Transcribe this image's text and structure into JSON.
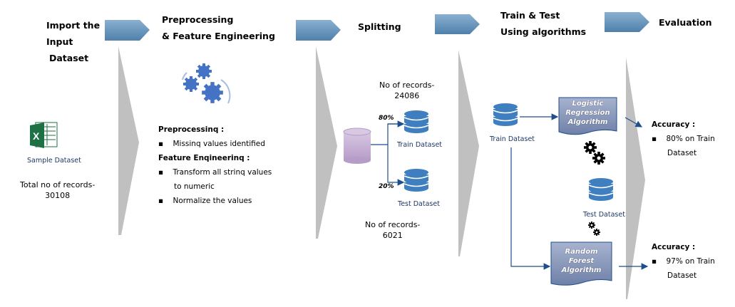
{
  "stages": [
    {
      "title_lines": [
        "Import the",
        "Input",
        " Dataset"
      ]
    },
    {
      "title_lines": [
        "Preprocessing",
        "& Feature Engineering"
      ]
    },
    {
      "title_lines": [
        "Splitting"
      ]
    },
    {
      "title_lines": [
        "Train & Test",
        "Using algorithms"
      ]
    },
    {
      "title_lines": [
        "Evaluation"
      ]
    }
  ],
  "import": {
    "file_label": "Sample Dataset",
    "records_lines": [
      "Total no of records-",
      "30108"
    ],
    "icon": "excel-icon"
  },
  "preprocessing": {
    "heading": "Preprocessinq :",
    "items": [
      "Missinq values identified"
    ],
    "feature_heading": "Feature Enqineerinq :",
    "feature_items": [
      [
        "Transform all strinq values",
        "to numeric"
      ],
      [
        "Normalize the values"
      ]
    ]
  },
  "splitting": {
    "train_records_lines": [
      "No of records-",
      "24086"
    ],
    "test_records_lines": [
      "No of records-",
      "6021"
    ],
    "train_pct": "80%",
    "test_pct": "20%",
    "train_label": "Train Dataset",
    "test_label": "Test Dataset"
  },
  "training": {
    "train_label": "Train Dataset",
    "test_label": "Test Dataset",
    "algo1_lines": [
      "Logistic",
      "Regression",
      "Algorithm"
    ],
    "algo2_lines": [
      "Random",
      "Forest",
      "Algorithm"
    ]
  },
  "evaluation": {
    "result1": {
      "heading": "Accuracy :",
      "lines": [
        "80% on Train",
        "Dataset"
      ]
    },
    "result2": {
      "heading": "Accuracy :",
      "lines": [
        "97% on Train",
        "Dataset"
      ]
    }
  },
  "colors": {
    "arrow_blue": "#5b8db8",
    "db_blue": "#3f7fbf",
    "chevron_grey": "#c0c0c0",
    "algo_box": "#8393b5",
    "excel_green": "#1e7145",
    "source_db": "#c8b4d4"
  }
}
